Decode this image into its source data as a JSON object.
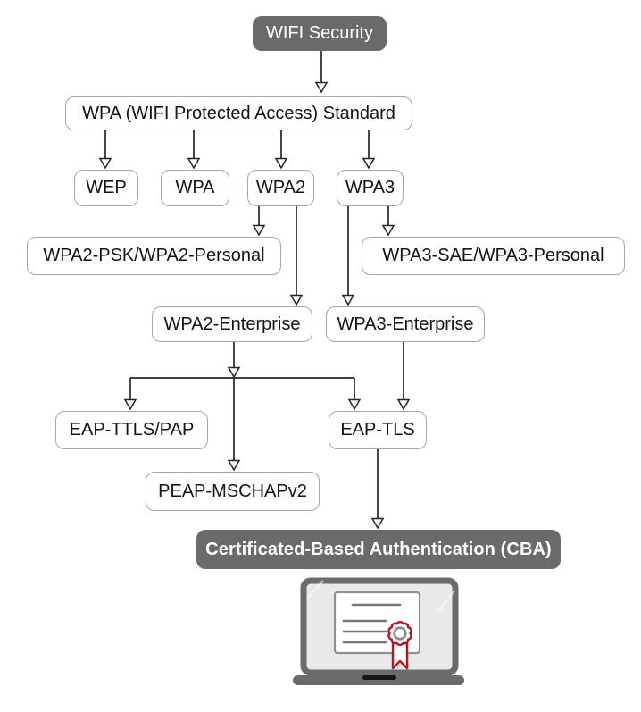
{
  "diagram": {
    "title": "WIFI Security",
    "nodes": {
      "wifi_security": {
        "label": "WIFI Security",
        "style": "dark"
      },
      "wpa_standard": {
        "label": "WPA (WIFI Protected Access) Standard",
        "style": "light"
      },
      "wep": {
        "label": "WEP",
        "style": "light"
      },
      "wpa": {
        "label": "WPA",
        "style": "light"
      },
      "wpa2": {
        "label": "WPA2",
        "style": "light"
      },
      "wpa3": {
        "label": "WPA3",
        "style": "light"
      },
      "wpa2_psk": {
        "label": "WPA2-PSK/WPA2-Personal",
        "style": "light"
      },
      "wpa3_sae": {
        "label": "WPA3-SAE/WPA3-Personal",
        "style": "light"
      },
      "wpa2_enterprise": {
        "label": "WPA2-Enterprise",
        "style": "light"
      },
      "wpa3_enterprise": {
        "label": "WPA3-Enterprise",
        "style": "light"
      },
      "eap_ttls_pap": {
        "label": "EAP-TTLS/PAP",
        "style": "light"
      },
      "eap_tls": {
        "label": "EAP-TLS",
        "style": "light"
      },
      "peap_mschapv2": {
        "label": "PEAP-MSCHAPv2",
        "style": "light"
      },
      "cba": {
        "label": "Certificated-Based Authentication (CBA)",
        "style": "dark-bold"
      }
    },
    "edges": [
      {
        "from": "wifi_security",
        "to": "wpa_standard"
      },
      {
        "from": "wpa_standard",
        "to": "wep"
      },
      {
        "from": "wpa_standard",
        "to": "wpa"
      },
      {
        "from": "wpa_standard",
        "to": "wpa2"
      },
      {
        "from": "wpa_standard",
        "to": "wpa3"
      },
      {
        "from": "wpa2",
        "to": "wpa2_psk"
      },
      {
        "from": "wpa2",
        "to": "wpa2_enterprise"
      },
      {
        "from": "wpa3",
        "to": "wpa3_enterprise"
      },
      {
        "from": "wpa3",
        "to": "wpa3_sae"
      },
      {
        "from": "wpa2_enterprise",
        "to": "eap_ttls_pap"
      },
      {
        "from": "wpa2_enterprise",
        "to": "peap_mschapv2"
      },
      {
        "from": "wpa2_enterprise",
        "to": "eap_tls"
      },
      {
        "from": "wpa3_enterprise",
        "to": "eap_tls"
      },
      {
        "from": "eap_tls",
        "to": "cba"
      }
    ],
    "icons": {
      "bottom_illustration": "laptop-certificate-icon"
    },
    "colors": {
      "background": "#ffffff",
      "dark_node_fill": "#6a6a6a",
      "dark_node_text": "#ffffff",
      "light_node_fill": "#ffffff",
      "light_node_border": "#a6a6a6",
      "node_text": "#141414",
      "connector": "#262626",
      "laptop_gray": "#6b6b6b",
      "laptop_screen": "#e9e9e9",
      "certificate_line_gray": "#777777",
      "seal_red": "#c0121b"
    }
  }
}
